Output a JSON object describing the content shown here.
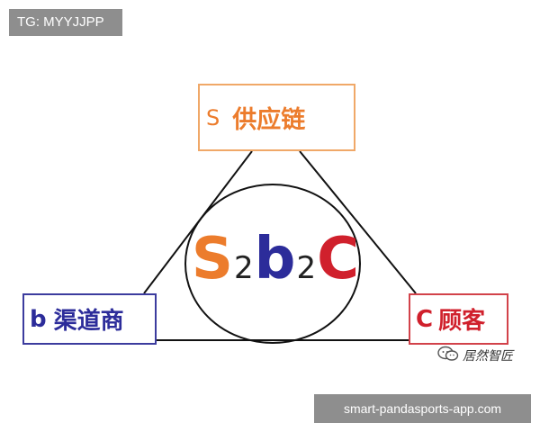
{
  "overlay": {
    "top_tag": "TG: MYYJJPP",
    "bottom_tag": "smart-pandasports-app.com"
  },
  "diagram": {
    "nodes": {
      "s": {
        "letter": "S",
        "label": "供应链",
        "color": "#ec7c2c",
        "border": "#f0a868"
      },
      "b": {
        "letter": "b",
        "label": "渠道商",
        "color": "#2c2c9a",
        "border": "#3c3c9e"
      },
      "c": {
        "letter": "C",
        "label": "顾客",
        "color": "#d0202c",
        "border": "#d2424a"
      }
    },
    "center": {
      "part1": "S",
      "sub1": "2",
      "part2": "b",
      "sub2": "2",
      "part3": "C"
    }
  },
  "watermark": {
    "text": "居然智匠",
    "icon": "wechat-icon"
  }
}
